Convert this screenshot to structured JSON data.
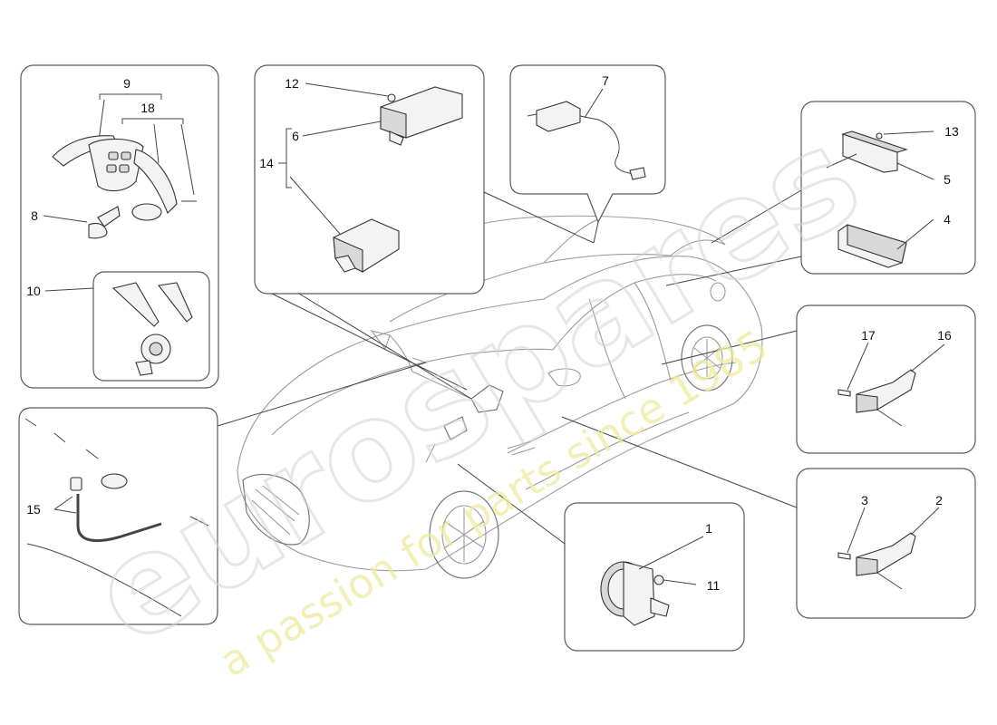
{
  "watermark": {
    "brand": "eurospares",
    "tagline": "a passion for parts since 1985"
  },
  "callouts": {
    "c1": "1",
    "c2": "2",
    "c3": "3",
    "c4": "4",
    "c5": "5",
    "c6": "6",
    "c7": "7",
    "c8": "8",
    "c9": "9",
    "c10": "10",
    "c11": "11",
    "c12": "12",
    "c13": "13",
    "c14": "14",
    "c15": "15",
    "c16": "16",
    "c17": "17",
    "c18": "18"
  }
}
